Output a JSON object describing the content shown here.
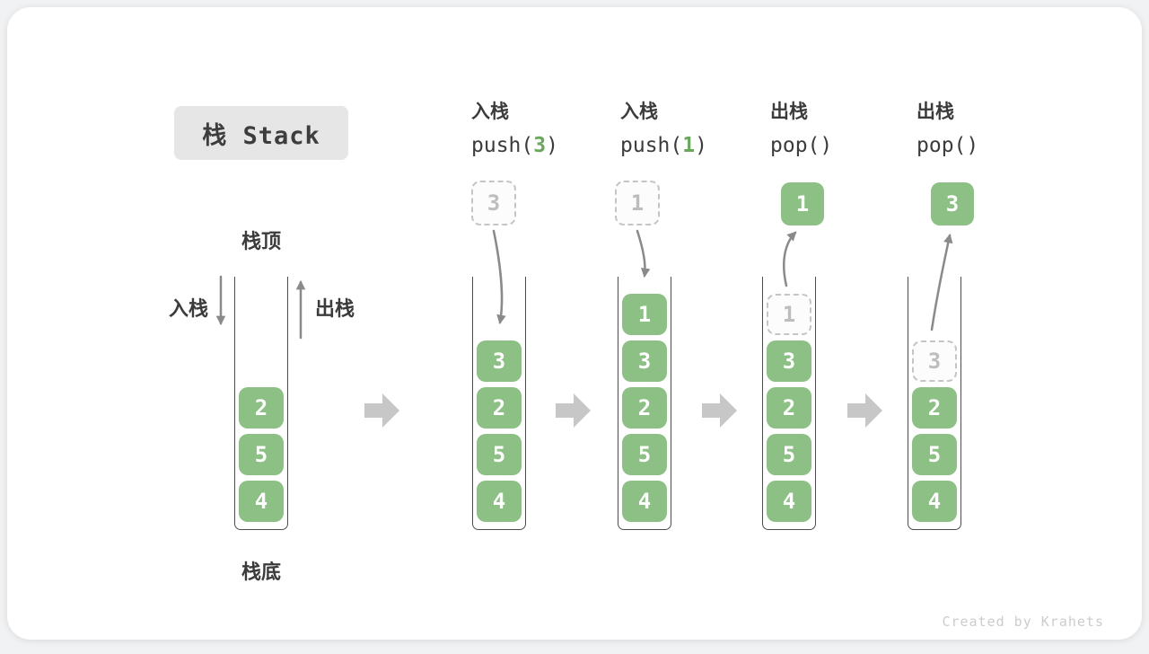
{
  "title_badge": {
    "label": "栈 Stack"
  },
  "annotations": {
    "stack_top": "栈顶",
    "stack_bottom": "栈底",
    "push_side": "入栈",
    "pop_side": "出栈"
  },
  "operations": [
    {
      "zh": "入栈",
      "code": "push(",
      "arg": "3",
      "close": ")"
    },
    {
      "zh": "入栈",
      "code": "push(",
      "arg": "1",
      "close": ")"
    },
    {
      "zh": "出栈",
      "code": "pop(",
      "arg": "",
      "close": ")"
    },
    {
      "zh": "出栈",
      "code": "pop(",
      "arg": "",
      "close": ")"
    }
  ],
  "floating": [
    {
      "value": "3",
      "style": "dashed"
    },
    {
      "value": "1",
      "style": "dashed"
    },
    {
      "value": "1",
      "style": "solid"
    },
    {
      "value": "3",
      "style": "solid"
    }
  ],
  "stacks": [
    {
      "cells": [
        {
          "value": "2",
          "style": "solid"
        },
        {
          "value": "5",
          "style": "solid"
        },
        {
          "value": "4",
          "style": "solid"
        }
      ]
    },
    {
      "cells": [
        {
          "value": "3",
          "style": "solid"
        },
        {
          "value": "2",
          "style": "solid"
        },
        {
          "value": "5",
          "style": "solid"
        },
        {
          "value": "4",
          "style": "solid"
        }
      ]
    },
    {
      "cells": [
        {
          "value": "1",
          "style": "solid"
        },
        {
          "value": "3",
          "style": "solid"
        },
        {
          "value": "2",
          "style": "solid"
        },
        {
          "value": "5",
          "style": "solid"
        },
        {
          "value": "4",
          "style": "solid"
        }
      ]
    },
    {
      "cells": [
        {
          "value": "1",
          "style": "dashed"
        },
        {
          "value": "3",
          "style": "solid"
        },
        {
          "value": "2",
          "style": "solid"
        },
        {
          "value": "5",
          "style": "solid"
        },
        {
          "value": "4",
          "style": "solid"
        }
      ]
    },
    {
      "cells": [
        {
          "value": "3",
          "style": "dashed"
        },
        {
          "value": "2",
          "style": "solid"
        },
        {
          "value": "5",
          "style": "solid"
        },
        {
          "value": "4",
          "style": "solid"
        }
      ]
    }
  ],
  "watermark": "Created by Krahets",
  "colors": {
    "green": "#8CC084",
    "arg_green": "#69A85C",
    "block_gray": "#C7C7C7",
    "container_stroke": "#4D4D4D",
    "dashed_gray": "#C5C5C5"
  }
}
